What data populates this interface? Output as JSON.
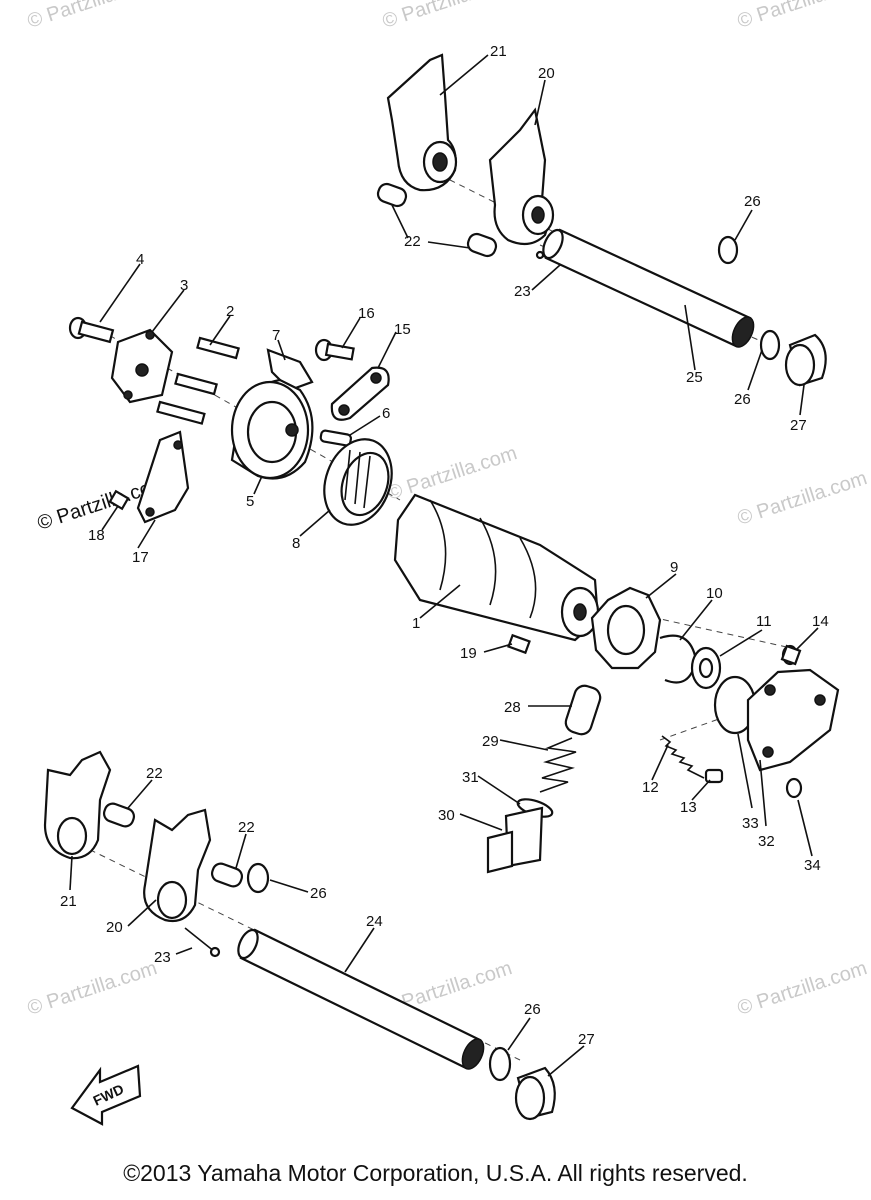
{
  "watermark_text": "© Partzilla.com",
  "copyright": "©2013 Yamaha Motor Corporation, U.S.A. All rights reserved.",
  "fwd_label": "FWD",
  "callouts": [
    "1",
    "2",
    "3",
    "4",
    "5",
    "6",
    "7",
    "8",
    "9",
    "10",
    "11",
    "12",
    "13",
    "14",
    "15",
    "16",
    "17",
    "18",
    "19",
    "20",
    "21",
    "22",
    "23",
    "24",
    "25",
    "26",
    "27",
    "28",
    "29",
    "30",
    "31",
    "32",
    "33",
    "34"
  ]
}
